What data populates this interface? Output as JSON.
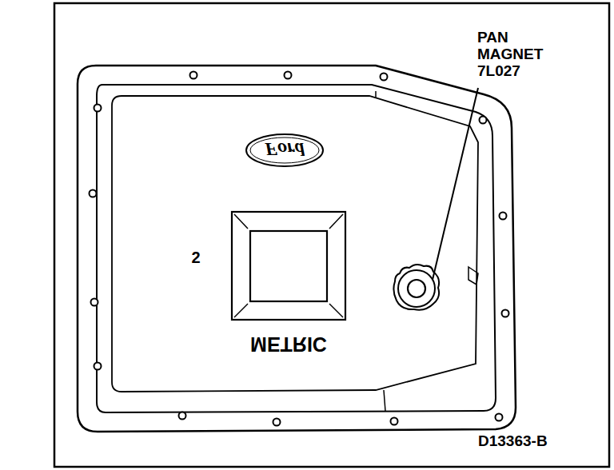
{
  "diagram": {
    "labels": [
      "PAN MAGNET 7L027",
      "Ford",
      "2",
      "METRIC",
      "D13363-B"
    ]
  }
}
